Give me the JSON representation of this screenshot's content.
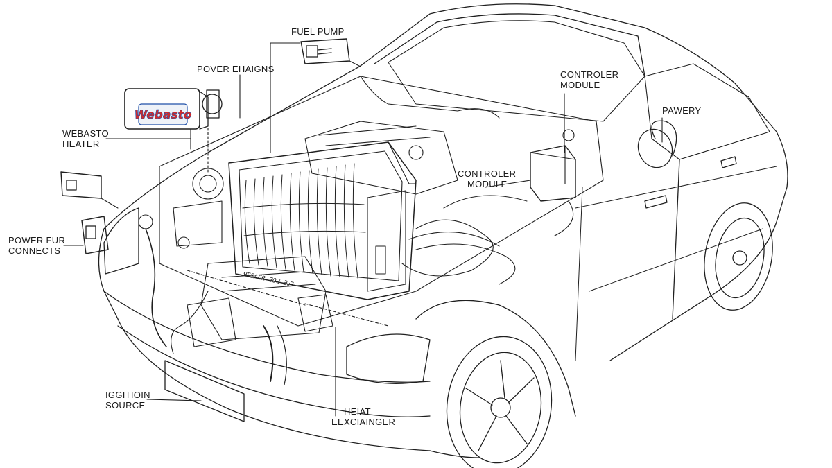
{
  "labels": {
    "fuel_pump": "FUEL PUMP",
    "power_exhaust": "POVER EHAIGNS",
    "webasto_heater": [
      "WEBASTO",
      "HEATER"
    ],
    "controller_top": [
      "CONTROLER",
      "MODULE"
    ],
    "battery": "PAWERY",
    "controller_mid": [
      "CONTROLER",
      "MODULE"
    ],
    "power_connects": [
      "POWER FUR",
      "CONNECTS"
    ],
    "ignition_source": [
      "IGGITIOIN",
      "SOURCE"
    ],
    "heat_exchanger": [
      "HEIAT",
      "EEXCIAINGER"
    ]
  },
  "badge": {
    "text": "Webasto"
  },
  "engraving": {
    "text": "ЯESAER ƎOԀ ƎᴚƎ"
  },
  "colors": {
    "line": "#1f1f1f",
    "badge_red": "#d32b2b",
    "badge_blue": "#1f4fa8",
    "badge_bg": "#eef2f8"
  }
}
